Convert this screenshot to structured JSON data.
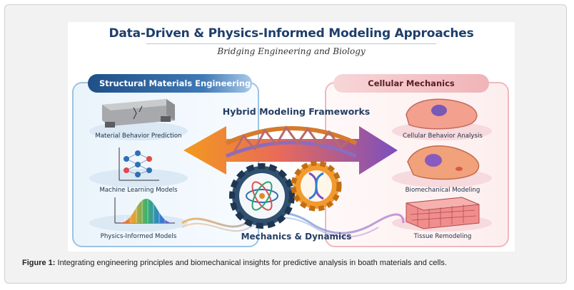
{
  "figure": {
    "title": "Data-Driven & Physics-Informed Modeling Approaches",
    "subtitle": "Bridging Engineering and Biology",
    "left_panel": {
      "header": "Structural Materials Engineering",
      "items": [
        {
          "label": "Material Behavior Prediction",
          "icon": "concrete-beam-icon"
        },
        {
          "label": "Machine Learning Models",
          "icon": "neural-network-icon"
        },
        {
          "label": "Physics-Informed Models",
          "icon": "bell-curve-icon"
        }
      ]
    },
    "right_panel": {
      "header": "Cellular Mechanics",
      "items": [
        {
          "label": "Cellular Behavior Analysis",
          "icon": "cell-icon"
        },
        {
          "label": "Biomechanical Modeling",
          "icon": "deformed-cell-icon"
        },
        {
          "label": "Tissue Remodeling",
          "icon": "tissue-icon"
        }
      ]
    },
    "center": {
      "top_label": "Hybrid Modeling Frameworks",
      "bottom_label": "Mechanics & Dynamics",
      "icons": [
        "bridge-truss-icon",
        "atom-gear-icon",
        "dna-gear-icon",
        "double-arrow-icon"
      ]
    },
    "colors": {
      "left_accent": "#1f4f86",
      "right_accent": "#e9a3a8",
      "arrow_left": "#f39a1e",
      "arrow_right": "#7b4fbf"
    }
  },
  "caption": {
    "prefix": "Figure 1:",
    "text": " Integrating engineering principles and biomechanical insights for predictive analysis in boath materials and cells."
  }
}
